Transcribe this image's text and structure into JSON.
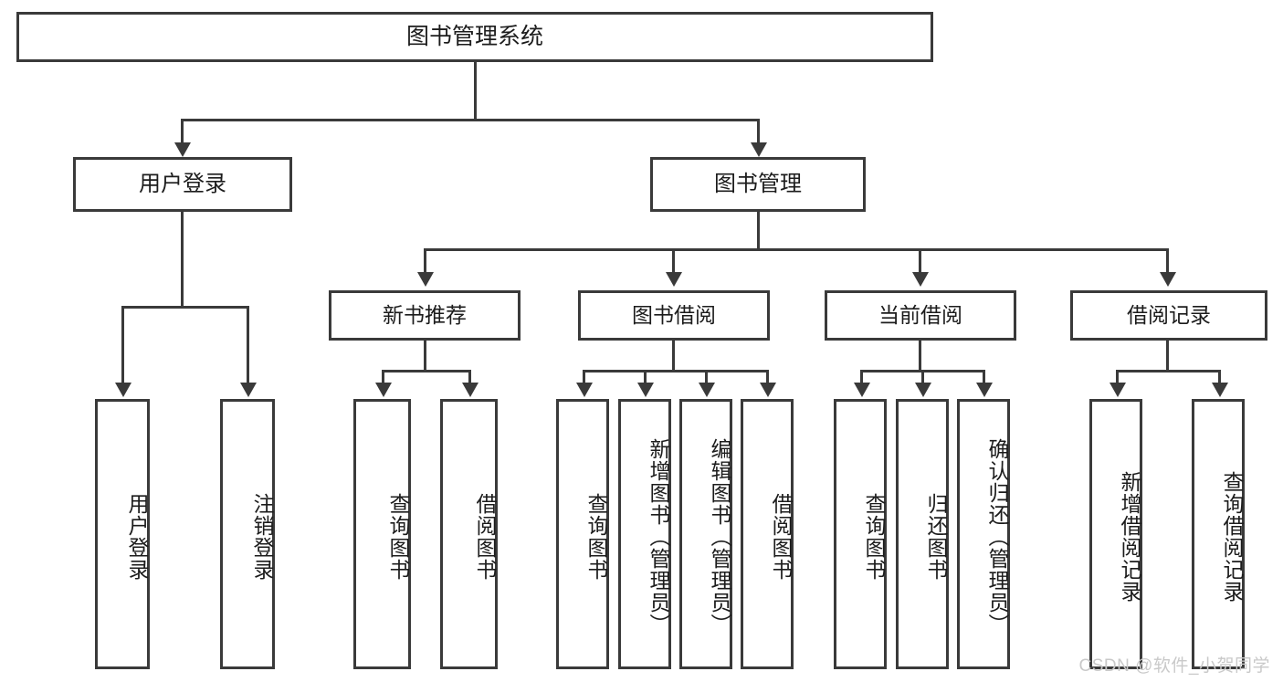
{
  "diagram": {
    "title": "图书管理系统",
    "type": "tree",
    "root": {
      "label": "图书管理系统"
    },
    "level2": [
      {
        "label": "用户登录"
      },
      {
        "label": "图书管理"
      }
    ],
    "level3": [
      {
        "label": "新书推荐"
      },
      {
        "label": "图书借阅"
      },
      {
        "label": "当前借阅"
      },
      {
        "label": "借阅记录"
      }
    ],
    "leaves": [
      {
        "label": "用户登录",
        "parent": "用户登录"
      },
      {
        "label": "注销登录",
        "parent": "用户登录"
      },
      {
        "label": "查询图书",
        "parent": "新书推荐"
      },
      {
        "label": "借阅图书",
        "parent": "新书推荐"
      },
      {
        "label": "查询图书",
        "parent": "图书借阅"
      },
      {
        "label": "新增图书（管理员）",
        "parent": "图书借阅"
      },
      {
        "label": "编辑图书（管理员）",
        "parent": "图书借阅"
      },
      {
        "label": "借阅图书",
        "parent": "图书借阅"
      },
      {
        "label": "查询图书",
        "parent": "当前借阅"
      },
      {
        "label": "归还图书",
        "parent": "当前借阅"
      },
      {
        "label": "确认归还（管理员）",
        "parent": "当前借阅"
      },
      {
        "label": "新增借阅记录",
        "parent": "借阅记录"
      },
      {
        "label": "查询借阅记录",
        "parent": "借阅记录"
      }
    ]
  },
  "watermark": {
    "text": "CSDN @软件_小贺同学"
  },
  "colors": {
    "stroke": "#3a3a3a",
    "text": "#1c1c1c",
    "background": "#ffffff",
    "watermark": "#c9c9c9"
  }
}
